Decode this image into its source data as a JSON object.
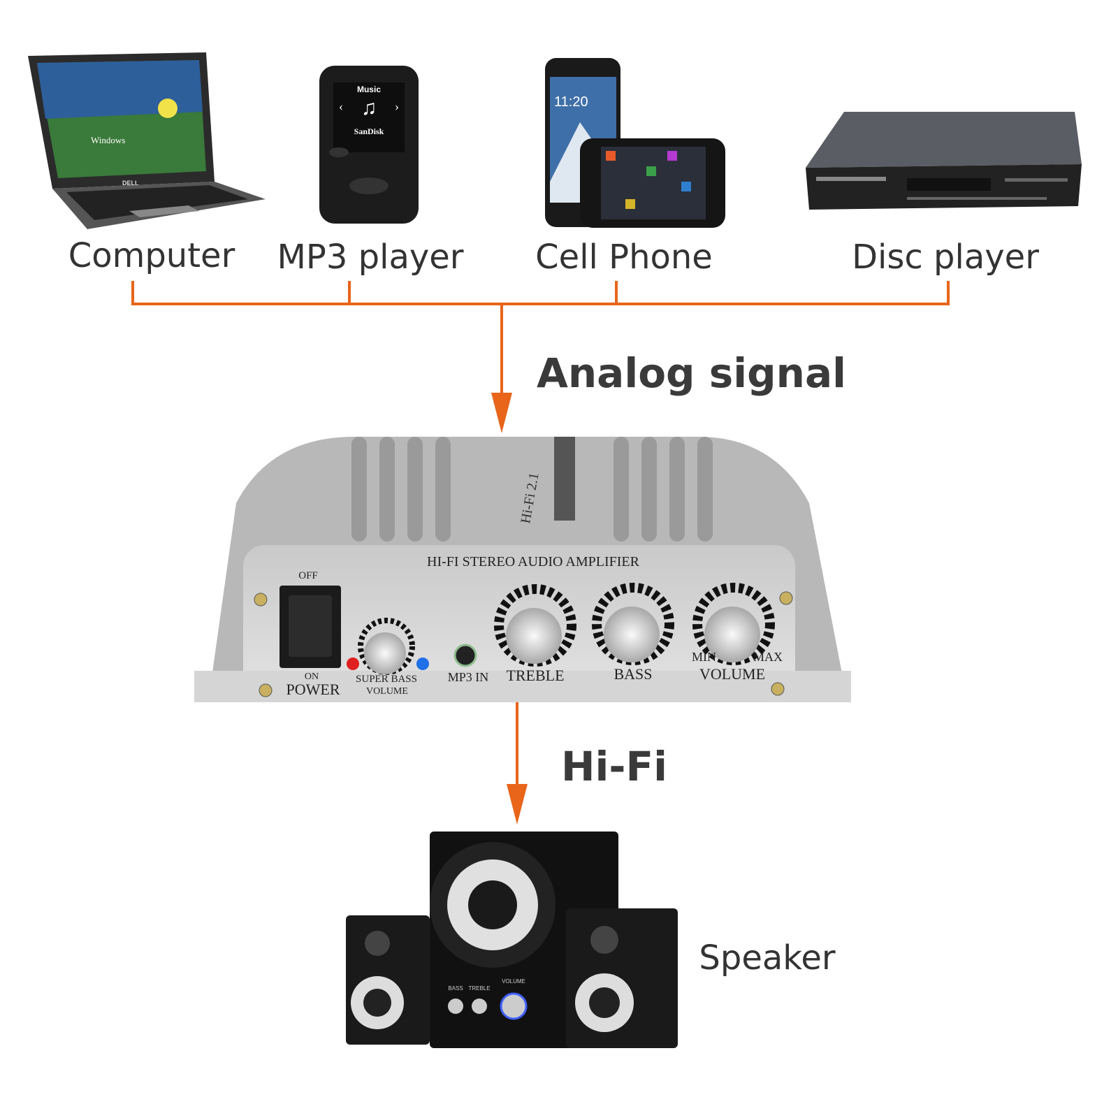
{
  "sources": [
    {
      "label": "Computer",
      "icon": "laptop-icon",
      "screen_text": "Windows",
      "brand": "DELL"
    },
    {
      "label": "MP3 player",
      "icon": "mp3-player-icon",
      "screen_title": "Music",
      "brand": "SanDisk"
    },
    {
      "label": "Cell Phone",
      "icon": "cell-phone-icon",
      "clock": "11:20"
    },
    {
      "label": "Disc player",
      "icon": "disc-player-icon"
    }
  ],
  "flow": {
    "analog_label": "Analog signal",
    "hifi_label": "Hi-Fi",
    "arrow_color": "#e8651a"
  },
  "amplifier": {
    "title": "HI-FI STEREO AUDIO AMPLIFIER",
    "badge": "Hi-Fi 2.1",
    "power_off": "OFF",
    "power_on": "ON",
    "power_label": "POWER",
    "super_bass_label": "SUPER BASS",
    "super_bass_volume": "VOLUME",
    "mp3_in": "MP3  IN",
    "treble": "TREBLE",
    "bass": "BASS",
    "volume": "VOLUME",
    "min": "MIN",
    "max": "MAX"
  },
  "speaker": {
    "label": "Speaker",
    "knob_labels": [
      "BASS",
      "TREBLE",
      "VOLUME"
    ]
  }
}
